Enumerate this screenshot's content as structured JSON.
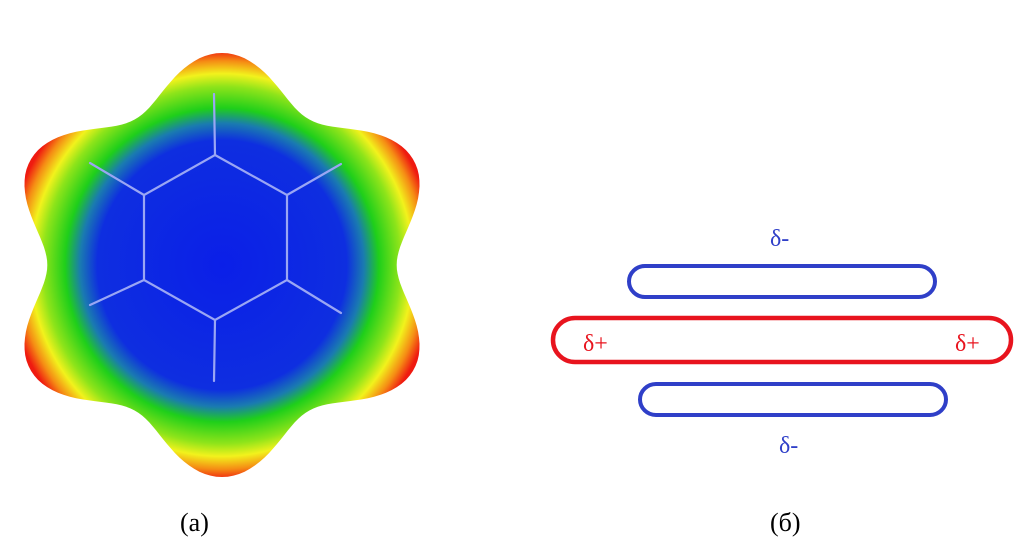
{
  "panels": {
    "left": {
      "caption": "(a)",
      "colors": {
        "inner": "#0b22e0",
        "middle": "#1fcf1a",
        "outer_mid": "#f2f21c",
        "outer": "#ef1a10",
        "bonds": "#9aa6f4"
      }
    },
    "right": {
      "caption": "(б)",
      "top_label": "δ-",
      "bottom_label": "δ-",
      "middle_left_label": "δ+",
      "middle_right_label": "δ+",
      "colors": {
        "negative": "#2f3fc8",
        "positive": "#e8141e"
      }
    }
  }
}
